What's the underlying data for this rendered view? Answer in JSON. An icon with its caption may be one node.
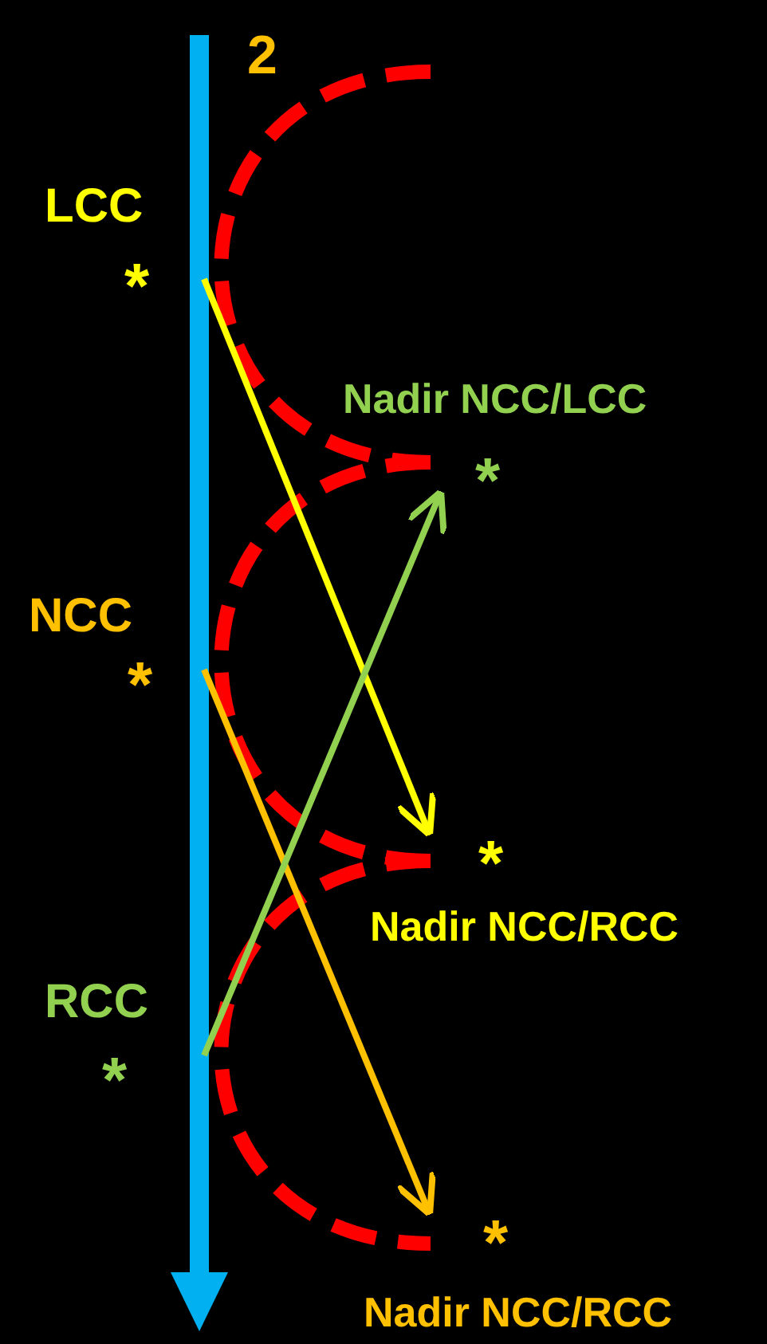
{
  "diagram": {
    "nodes": [
      {
        "text": [
          "LCC",
          "*"
        ]
      },
      {
        "text": [
          "Nadir NCC/LCC",
          "*"
        ]
      },
      {
        "text": [
          "NCC",
          "*"
        ]
      },
      {
        "text": [
          "*",
          "Nadir NCC/RCC"
        ]
      },
      {
        "text": [
          "RCC",
          "*"
        ]
      },
      {
        "text": [
          "*",
          "Nadir NCC/RCC"
        ]
      }
    ],
    "edges": [
      {
        "from": 0,
        "to": 3,
        "arrow": "to",
        "color": "#ffff00"
      },
      {
        "from": 2,
        "to": 5,
        "arrow": "to",
        "color": "#ffc000"
      },
      {
        "from": 4,
        "to": 1,
        "arrow": "to",
        "color": "#92d050"
      }
    ],
    "labels": [
      "2"
    ]
  }
}
